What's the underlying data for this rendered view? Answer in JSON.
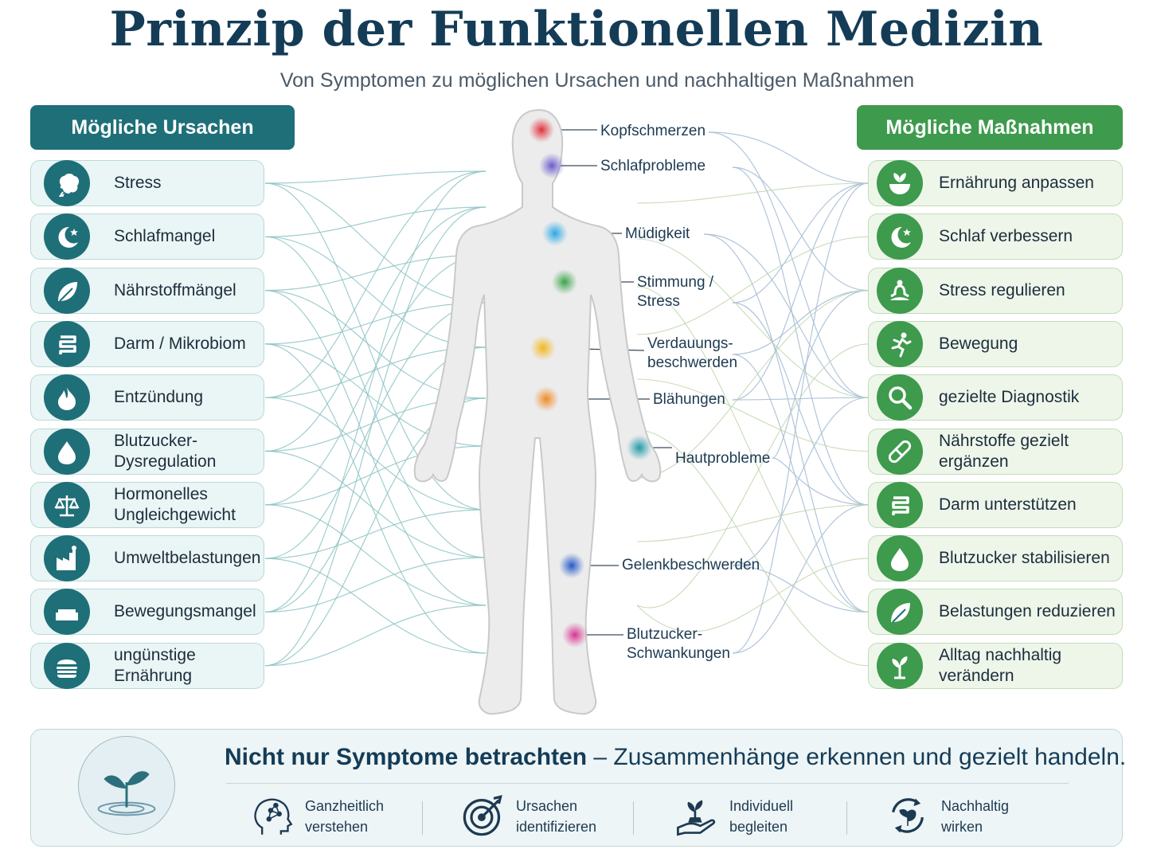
{
  "title": "Prinzip der Funktionellen Medizin",
  "subtitle": "Von Symptomen zu möglichen Ursachen und nachhaltigen Maßnahmen",
  "causes": {
    "header": "Mögliche Ursachen",
    "items": [
      {
        "label": "Stress",
        "icon": "brain-icon"
      },
      {
        "label": "Schlafmangel",
        "icon": "moon-star-icon"
      },
      {
        "label": "Nährstoffmängel",
        "icon": "leaf-icon"
      },
      {
        "label": "Darm / Mikrobiom",
        "icon": "intestine-icon"
      },
      {
        "label": "Entzündung",
        "icon": "flame-icon"
      },
      {
        "label": "Blutzucker-\nDysregulation",
        "icon": "drop-icon"
      },
      {
        "label": "Hormonelles\nUngleichgewicht",
        "icon": "scale-icon"
      },
      {
        "label": "Umweltbelastungen",
        "icon": "factory-icon"
      },
      {
        "label": "Bewegungsmangel",
        "icon": "sofa-icon"
      },
      {
        "label": "ungünstige\nErnährung",
        "icon": "burger-icon"
      }
    ]
  },
  "symptoms": [
    {
      "label": "Kopfschmerzen",
      "color": "#e0303a"
    },
    {
      "label": "Schlafprobleme",
      "color": "#6a5acd"
    },
    {
      "label": "Müdigkeit",
      "color": "#2aa6e6"
    },
    {
      "label": "Stimmung /\nStress",
      "color": "#3aa34a"
    },
    {
      "label": "Verdauungs-\nbeschwerden",
      "color": "#f2b71c"
    },
    {
      "label": "Blähungen",
      "color": "#f08a24"
    },
    {
      "label": "Hautprobleme",
      "color": "#1f9aa6"
    },
    {
      "label": "Gelenkbeschwerden",
      "color": "#2458c8"
    },
    {
      "label": "Blutzucker-\nSchwankungen",
      "color": "#d8338f"
    }
  ],
  "measures": {
    "header": "Mögliche Maßnahmen",
    "items": [
      {
        "label": "Ernährung anpassen",
        "icon": "bowl-leaf-icon"
      },
      {
        "label": "Schlaf verbessern",
        "icon": "moon-star-icon"
      },
      {
        "label": "Stress regulieren",
        "icon": "meditation-icon"
      },
      {
        "label": "Bewegung",
        "icon": "running-icon"
      },
      {
        "label": "gezielte Diagnostik",
        "icon": "magnifier-icon"
      },
      {
        "label": "Nährstoffe gezielt\nergänzen",
        "icon": "capsule-icon"
      },
      {
        "label": "Darm unterstützen",
        "icon": "intestine-icon"
      },
      {
        "label": "Blutzucker stabilisieren",
        "icon": "drop-icon"
      },
      {
        "label": "Belastungen reduzieren",
        "icon": "leaf-icon"
      },
      {
        "label": "Alltag nachhaltig\nverändern",
        "icon": "sprout-icon"
      }
    ]
  },
  "bottom": {
    "headline_bold": "Nicht nur Symptome betrachten",
    "headline_rest": " – Zusammenhänge erkennen und gezielt handeln.",
    "emblem_icon": "sprout-water-icon",
    "pillars": [
      {
        "label": "Ganzheitlich\nverstehen",
        "icon": "head-network-icon"
      },
      {
        "label": "Ursachen\nidentifizieren",
        "icon": "target-icon"
      },
      {
        "label": "Individuell\nbegleiten",
        "icon": "hand-plant-icon"
      },
      {
        "label": "Nachhaltig\nwirken",
        "icon": "cycle-leaf-icon"
      }
    ]
  },
  "colors": {
    "title": "#143c57",
    "causes_accent": "#1f6f78",
    "measures_accent": "#3e9a4c"
  }
}
